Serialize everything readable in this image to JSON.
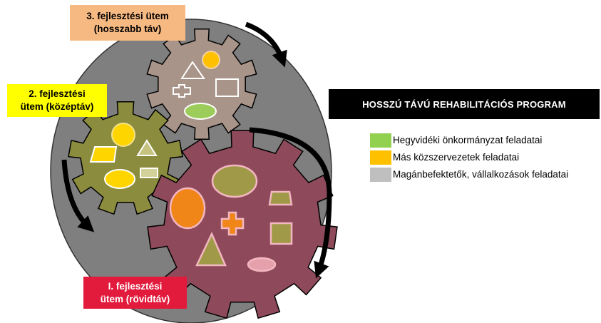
{
  "stages": [
    {
      "id": "stage3",
      "lines": [
        "3. fejlesztési ütem",
        "(hosszabb táv)"
      ]
    },
    {
      "id": "stage2",
      "lines": [
        "2. fejlesztési",
        "ütem (középtáv)"
      ]
    },
    {
      "id": "stage1",
      "lines": [
        "I. fejlesztési",
        "ütem (rövidtáv)"
      ]
    }
  ],
  "program_title": "HOSSZÚ TÁVÚ REHABILITÁCIÓS PROGRAM",
  "legend": [
    {
      "label": "Hegyvidéki önkormányzat feladatai",
      "color": "#92d050"
    },
    {
      "label": "Más közszervezetek  feladatai",
      "color": "#ffc000"
    },
    {
      "label": "Magánbefektetők, vállalkozások feladatai",
      "color": "#bfbfbf"
    }
  ],
  "colors": {
    "background_circle": "#7f7f7f",
    "gear_stage3": "#a89488",
    "gear_stage2": "#8c8c3e",
    "gear_stage1": "#8e4a5a",
    "arrow": "#000000"
  }
}
